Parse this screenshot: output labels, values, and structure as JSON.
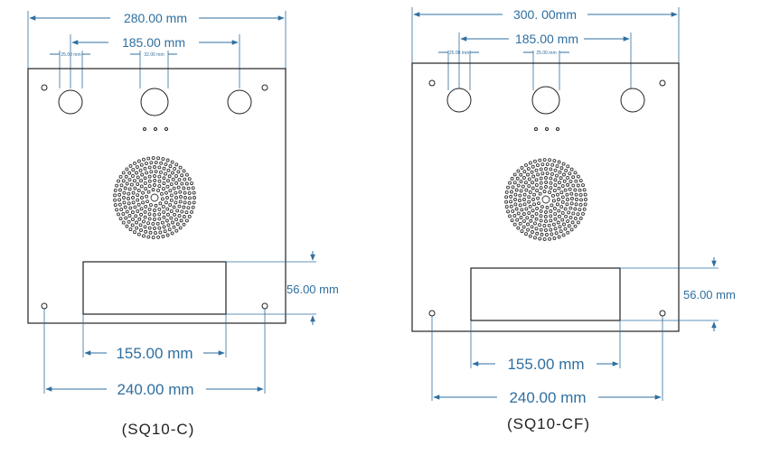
{
  "colors": {
    "dimension": "#2f6fa0",
    "outline": "#222222"
  },
  "panels": [
    {
      "id": "sq10-c",
      "caption": "(SQ10-C)",
      "overall_width": "280.00 mm",
      "button_span": "185.00 mm",
      "button_small_left": "25.00 mm",
      "button_small_center": "32.00 mm",
      "window_height": "56.00 mm",
      "window_width": "155.00 mm",
      "hole_span": "240.00 mm"
    },
    {
      "id": "sq10-cf",
      "caption": "(SQ10-CF)",
      "overall_width": "300. 00mm",
      "button_span": "185.00 mm",
      "button_small_left": "25.00 mm",
      "button_small_center": "25.00 mm",
      "window_height": "56.00 mm",
      "window_width": "155.00 mm",
      "hole_span": "240.00 mm"
    }
  ]
}
